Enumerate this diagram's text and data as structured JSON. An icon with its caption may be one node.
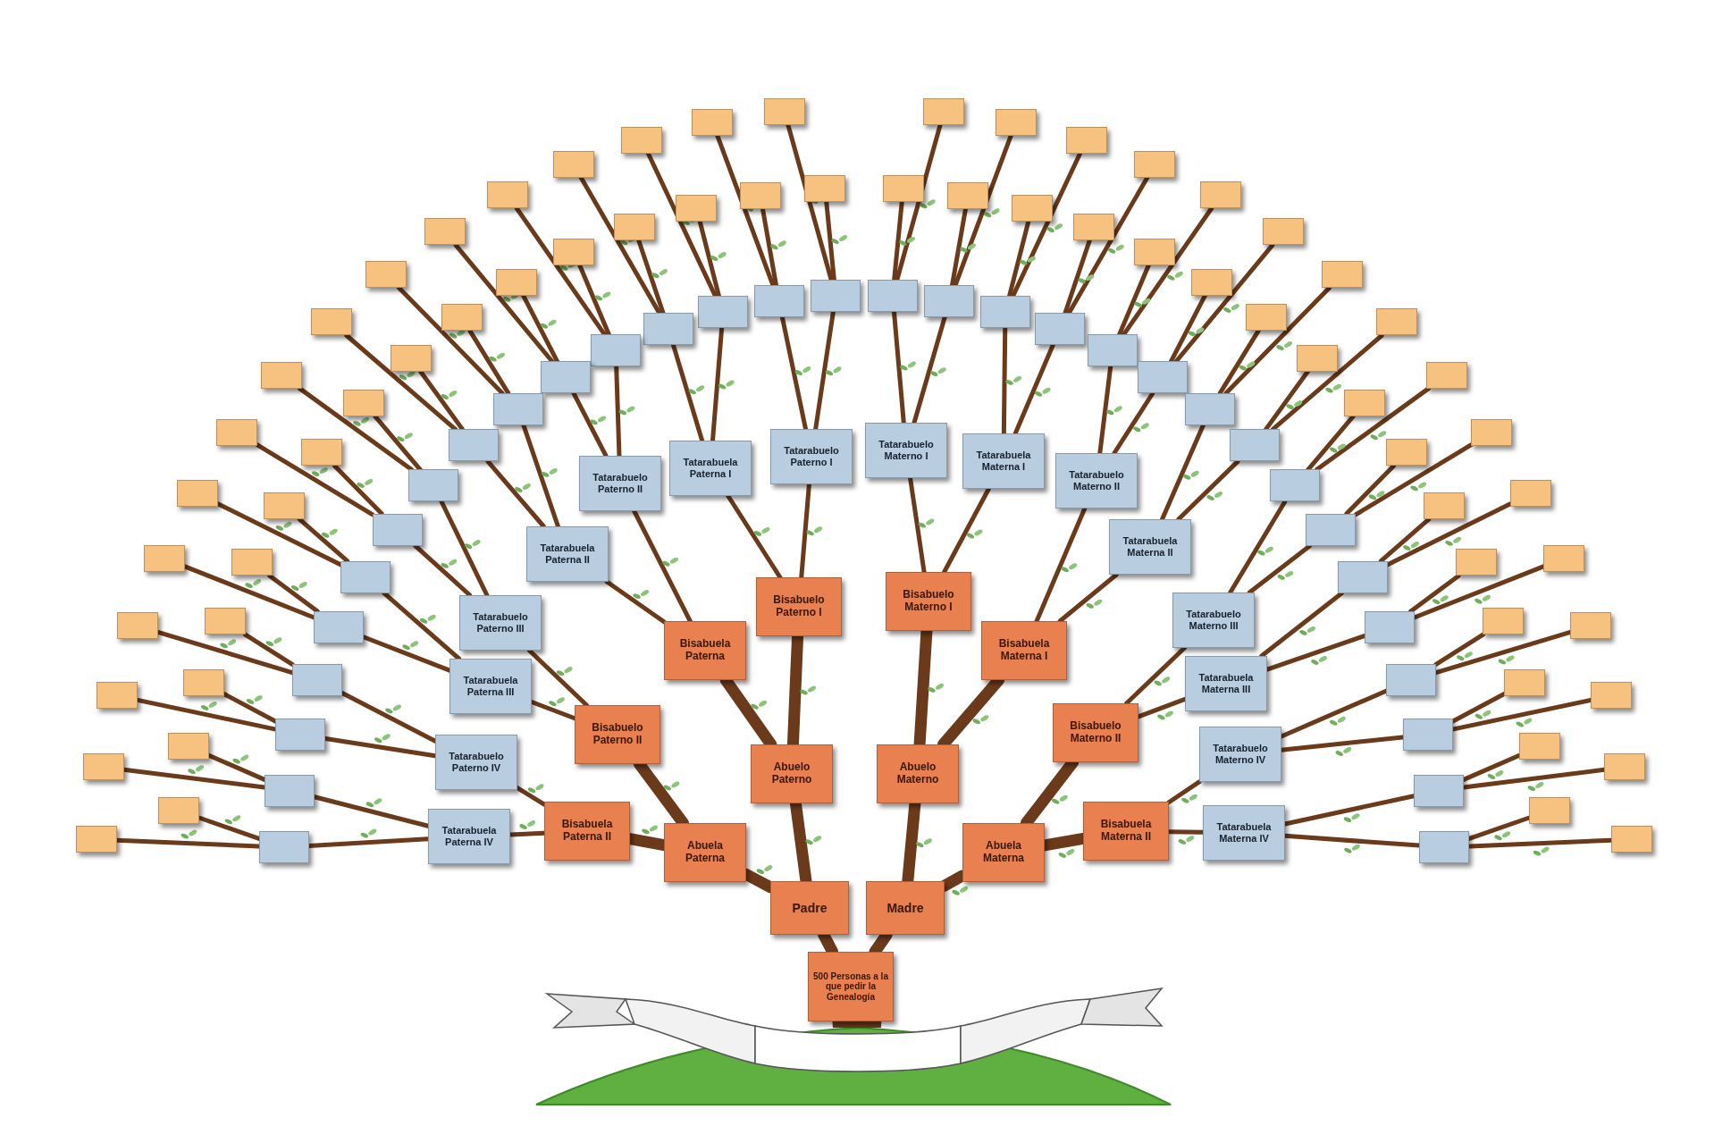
{
  "diagram": {
    "nodes": [
      {
        "text": [
          "500 Personas a la que pedir la Genealogía"
        ]
      },
      {
        "text": [
          "Padre"
        ]
      },
      {
        "text": [
          "Madre"
        ]
      },
      {
        "text": [
          "Abuelo Paterno"
        ]
      },
      {
        "text": [
          "Abuela Paterna"
        ]
      },
      {
        "text": [
          "Abuelo Materno"
        ]
      },
      {
        "text": [
          "Abuela Materna"
        ]
      },
      {
        "text": [
          "Bisabuelo Paterno I"
        ]
      },
      {
        "text": [
          "Bisabuela Paterna"
        ]
      },
      {
        "text": [
          "Bisabuelo Paterno II"
        ]
      },
      {
        "text": [
          "Bisabuela Paterna II"
        ]
      },
      {
        "text": [
          "Bisabuelo Materno I"
        ]
      },
      {
        "text": [
          "Bisabuela Materna I"
        ]
      },
      {
        "text": [
          "Bisabuelo Materno II"
        ]
      },
      {
        "text": [
          "Bisabuela Materna II"
        ]
      },
      {
        "text": [
          "Tatarabuelo Paterno I"
        ]
      },
      {
        "text": [
          "Tatarabuela Paterna I"
        ]
      },
      {
        "text": [
          "Tatarabuelo Paterno II"
        ]
      },
      {
        "text": [
          "Tatarabuela Paterna II"
        ]
      },
      {
        "text": [
          "Tatarabuelo Paterno III"
        ]
      },
      {
        "text": [
          "Tatarabuela Paterna III"
        ]
      },
      {
        "text": [
          "Tatarabuelo Paterno IV"
        ]
      },
      {
        "text": [
          "Tatarabuela Paterna IV"
        ]
      },
      {
        "text": [
          "Tatarabuelo Materno I"
        ]
      },
      {
        "text": [
          "Tatarabuela Materna I"
        ]
      },
      {
        "text": [
          "Tatarabuelo Materno II"
        ]
      },
      {
        "text": [
          "Tatarabuela Materna II"
        ]
      },
      {
        "text": [
          "Tatarabuelo Materno III"
        ]
      },
      {
        "text": [
          "Tatarabuela Materna III"
        ]
      },
      {
        "text": [
          "Tatarabuelo Materno IV"
        ]
      },
      {
        "text": [
          "Tatarabuela Materna IV"
        ]
      },
      {
        "text": [],
        "shape": "box"
      },
      {
        "text": [],
        "shape": "box"
      },
      {
        "text": [],
        "shape": "box"
      },
      {
        "text": [],
        "shape": "box"
      },
      {
        "text": [],
        "shape": "box"
      },
      {
        "text": [],
        "shape": "box"
      },
      {
        "text": [],
        "shape": "box"
      },
      {
        "text": [],
        "shape": "box"
      },
      {
        "text": [],
        "shape": "box"
      },
      {
        "text": [],
        "shape": "box"
      },
      {
        "text": [],
        "shape": "box"
      },
      {
        "text": [],
        "shape": "box"
      },
      {
        "text": [],
        "shape": "box"
      },
      {
        "text": [],
        "shape": "box"
      },
      {
        "text": [],
        "shape": "box"
      },
      {
        "text": [],
        "shape": "box"
      },
      {
        "text": [],
        "shape": "box"
      },
      {
        "text": [],
        "shape": "box"
      },
      {
        "text": [],
        "shape": "box"
      },
      {
        "text": [],
        "shape": "box"
      },
      {
        "text": [],
        "shape": "box"
      },
      {
        "text": [],
        "shape": "box"
      },
      {
        "text": [],
        "shape": "box"
      },
      {
        "text": [],
        "shape": "box"
      },
      {
        "text": [],
        "shape": "box"
      },
      {
        "text": [],
        "shape": "box"
      },
      {
        "text": [],
        "shape": "box"
      },
      {
        "text": [],
        "shape": "box"
      },
      {
        "text": [],
        "shape": "box"
      },
      {
        "text": [],
        "shape": "box"
      },
      {
        "text": [],
        "shape": "box"
      },
      {
        "text": [],
        "shape": "box"
      },
      {
        "text": [],
        "shape": "box"
      },
      {
        "text": [],
        "shape": "box"
      },
      {
        "text": [],
        "shape": "box"
      },
      {
        "text": [],
        "shape": "box"
      },
      {
        "text": [],
        "shape": "box"
      },
      {
        "text": [],
        "shape": "box"
      },
      {
        "text": [],
        "shape": "box"
      },
      {
        "text": [],
        "shape": "box"
      },
      {
        "text": [],
        "shape": "box"
      },
      {
        "text": [],
        "shape": "box"
      },
      {
        "text": [],
        "shape": "box"
      },
      {
        "text": [],
        "shape": "box"
      },
      {
        "text": [],
        "shape": "box"
      },
      {
        "text": [],
        "shape": "box"
      },
      {
        "text": [],
        "shape": "box"
      },
      {
        "text": [],
        "shape": "box"
      },
      {
        "text": [],
        "shape": "box"
      },
      {
        "text": [],
        "shape": "box"
      },
      {
        "text": [],
        "shape": "box"
      },
      {
        "text": [],
        "shape": "box"
      },
      {
        "text": [],
        "shape": "box"
      },
      {
        "text": [],
        "shape": "box"
      },
      {
        "text": [],
        "shape": "box"
      },
      {
        "text": [],
        "shape": "box"
      },
      {
        "text": [],
        "shape": "box"
      },
      {
        "text": [],
        "shape": "box"
      },
      {
        "text": [],
        "shape": "box"
      },
      {
        "text": [],
        "shape": "box"
      },
      {
        "text": [],
        "shape": "box"
      },
      {
        "text": [],
        "shape": "box"
      },
      {
        "text": [],
        "shape": "box"
      },
      {
        "text": [],
        "shape": "box"
      },
      {
        "text": [],
        "shape": "box"
      },
      {
        "text": [],
        "shape": "box"
      },
      {
        "text": [],
        "shape": "box"
      },
      {
        "text": [],
        "shape": "box"
      },
      {
        "text": [],
        "shape": "box"
      },
      {
        "text": [],
        "shape": "box"
      },
      {
        "text": [],
        "shape": "box"
      },
      {
        "text": [],
        "shape": "box"
      },
      {
        "text": [],
        "shape": "box"
      },
      {
        "text": [],
        "shape": "box"
      },
      {
        "text": [],
        "shape": "box"
      },
      {
        "text": [],
        "shape": "box"
      },
      {
        "text": [],
        "shape": "box"
      },
      {
        "text": [],
        "shape": "box"
      },
      {
        "text": [],
        "shape": "box"
      },
      {
        "text": [],
        "shape": "box"
      },
      {
        "text": [],
        "shape": "box"
      },
      {
        "text": [],
        "shape": "box"
      },
      {
        "text": [],
        "shape": "box"
      },
      {
        "text": [],
        "shape": "box"
      },
      {
        "text": [],
        "shape": "box"
      },
      {
        "text": [],
        "shape": "box"
      },
      {
        "text": [],
        "shape": "box"
      },
      {
        "text": [],
        "shape": "box"
      },
      {
        "text": [],
        "shape": "box"
      },
      {
        "text": [],
        "shape": "box"
      },
      {
        "text": [],
        "shape": "box"
      },
      {
        "text": [],
        "shape": "box"
      },
      {
        "text": [],
        "shape": "box"
      },
      {
        "text": [],
        "shape": "box"
      },
      {
        "text": [],
        "shape": "box"
      },
      {
        "text": [],
        "shape": "box"
      }
    ],
    "edges": [
      {
        "from": 0,
        "to": 1,
        "arrow": "none",
        "style": "thick"
      },
      {
        "from": 0,
        "to": 2,
        "arrow": "none",
        "style": "thick"
      },
      {
        "from": 1,
        "to": 3,
        "arrow": "none",
        "style": "thick"
      },
      {
        "from": 1,
        "to": 4,
        "arrow": "none",
        "style": "thick"
      },
      {
        "from": 2,
        "to": 5,
        "arrow": "none",
        "style": "thick"
      },
      {
        "from": 2,
        "to": 6,
        "arrow": "none",
        "style": "thick"
      },
      {
        "from": 3,
        "to": 7,
        "arrow": "none",
        "style": "thick"
      },
      {
        "from": 3,
        "to": 8,
        "arrow": "none",
        "style": "thick"
      },
      {
        "from": 4,
        "to": 9,
        "arrow": "none",
        "style": "thick"
      },
      {
        "from": 4,
        "to": 10,
        "arrow": "none",
        "style": "thick"
      },
      {
        "from": 5,
        "to": 11,
        "arrow": "none",
        "style": "thick"
      },
      {
        "from": 5,
        "to": 12,
        "arrow": "none",
        "style": "thick"
      },
      {
        "from": 6,
        "to": 13,
        "arrow": "none",
        "style": "thick"
      },
      {
        "from": 6,
        "to": 14,
        "arrow": "none",
        "style": "thick"
      },
      {
        "from": 7,
        "to": 15,
        "arrow": "none"
      },
      {
        "from": 7,
        "to": 16,
        "arrow": "none"
      },
      {
        "from": 8,
        "to": 17,
        "arrow": "none"
      },
      {
        "from": 8,
        "to": 18,
        "arrow": "none"
      },
      {
        "from": 9,
        "to": 19,
        "arrow": "none"
      },
      {
        "from": 9,
        "to": 20,
        "arrow": "none"
      },
      {
        "from": 10,
        "to": 21,
        "arrow": "none"
      },
      {
        "from": 10,
        "to": 22,
        "arrow": "none"
      },
      {
        "from": 11,
        "to": 23,
        "arrow": "none"
      },
      {
        "from": 11,
        "to": 24,
        "arrow": "none"
      },
      {
        "from": 12,
        "to": 25,
        "arrow": "none"
      },
      {
        "from": 12,
        "to": 26,
        "arrow": "none"
      },
      {
        "from": 13,
        "to": 27,
        "arrow": "none"
      },
      {
        "from": 13,
        "to": 28,
        "arrow": "none"
      },
      {
        "from": 14,
        "to": 29,
        "arrow": "none"
      },
      {
        "from": 14,
        "to": 30,
        "arrow": "none"
      },
      {
        "from": 15,
        "to": 31,
        "arrow": "none"
      },
      {
        "from": 15,
        "to": 32,
        "arrow": "none"
      },
      {
        "from": 16,
        "to": 33,
        "arrow": "none"
      },
      {
        "from": 16,
        "to": 34,
        "arrow": "none"
      },
      {
        "from": 17,
        "to": 35,
        "arrow": "none"
      },
      {
        "from": 17,
        "to": 36,
        "arrow": "none"
      },
      {
        "from": 18,
        "to": 37,
        "arrow": "none"
      },
      {
        "from": 18,
        "to": 38,
        "arrow": "none"
      },
      {
        "from": 19,
        "to": 39,
        "arrow": "none"
      },
      {
        "from": 19,
        "to": 40,
        "arrow": "none"
      },
      {
        "from": 20,
        "to": 41,
        "arrow": "none"
      },
      {
        "from": 20,
        "to": 42,
        "arrow": "none"
      },
      {
        "from": 21,
        "to": 43,
        "arrow": "none"
      },
      {
        "from": 21,
        "to": 44,
        "arrow": "none"
      },
      {
        "from": 22,
        "to": 45,
        "arrow": "none"
      },
      {
        "from": 22,
        "to": 46,
        "arrow": "none"
      },
      {
        "from": 23,
        "to": 47,
        "arrow": "none"
      },
      {
        "from": 23,
        "to": 48,
        "arrow": "none"
      },
      {
        "from": 24,
        "to": 49,
        "arrow": "none"
      },
      {
        "from": 24,
        "to": 50,
        "arrow": "none"
      },
      {
        "from": 25,
        "to": 51,
        "arrow": "none"
      },
      {
        "from": 25,
        "to": 52,
        "arrow": "none"
      },
      {
        "from": 26,
        "to": 53,
        "arrow": "none"
      },
      {
        "from": 26,
        "to": 54,
        "arrow": "none"
      },
      {
        "from": 27,
        "to": 55,
        "arrow": "none"
      },
      {
        "from": 27,
        "to": 56,
        "arrow": "none"
      },
      {
        "from": 28,
        "to": 57,
        "arrow": "none"
      },
      {
        "from": 28,
        "to": 58,
        "arrow": "none"
      },
      {
        "from": 29,
        "to": 59,
        "arrow": "none"
      },
      {
        "from": 29,
        "to": 60,
        "arrow": "none"
      },
      {
        "from": 30,
        "to": 61,
        "arrow": "none"
      },
      {
        "from": 30,
        "to": 62,
        "arrow": "none"
      },
      {
        "from": 31,
        "to": 63,
        "arrow": "none"
      },
      {
        "from": 31,
        "to": 64,
        "arrow": "none"
      },
      {
        "from": 32,
        "to": 65,
        "arrow": "none"
      },
      {
        "from": 32,
        "to": 66,
        "arrow": "none"
      },
      {
        "from": 33,
        "to": 67,
        "arrow": "none"
      },
      {
        "from": 33,
        "to": 68,
        "arrow": "none"
      },
      {
        "from": 34,
        "to": 69,
        "arrow": "none"
      },
      {
        "from": 34,
        "to": 70,
        "arrow": "none"
      },
      {
        "from": 35,
        "to": 71,
        "arrow": "none"
      },
      {
        "from": 35,
        "to": 72,
        "arrow": "none"
      },
      {
        "from": 36,
        "to": 73,
        "arrow": "none"
      },
      {
        "from": 36,
        "to": 74,
        "arrow": "none"
      },
      {
        "from": 37,
        "to": 75,
        "arrow": "none"
      },
      {
        "from": 37,
        "to": 76,
        "arrow": "none"
      },
      {
        "from": 38,
        "to": 77,
        "arrow": "none"
      },
      {
        "from": 38,
        "to": 78,
        "arrow": "none"
      },
      {
        "from": 39,
        "to": 79,
        "arrow": "none"
      },
      {
        "from": 39,
        "to": 80,
        "arrow": "none"
      },
      {
        "from": 40,
        "to": 81,
        "arrow": "none"
      },
      {
        "from": 40,
        "to": 82,
        "arrow": "none"
      },
      {
        "from": 41,
        "to": 83,
        "arrow": "none"
      },
      {
        "from": 41,
        "to": 84,
        "arrow": "none"
      },
      {
        "from": 42,
        "to": 85,
        "arrow": "none"
      },
      {
        "from": 42,
        "to": 86,
        "arrow": "none"
      },
      {
        "from": 43,
        "to": 87,
        "arrow": "none"
      },
      {
        "from": 43,
        "to": 88,
        "arrow": "none"
      },
      {
        "from": 44,
        "to": 89,
        "arrow": "none"
      },
      {
        "from": 44,
        "to": 90,
        "arrow": "none"
      },
      {
        "from": 45,
        "to": 91,
        "arrow": "none"
      },
      {
        "from": 45,
        "to": 92,
        "arrow": "none"
      },
      {
        "from": 46,
        "to": 93,
        "arrow": "none"
      },
      {
        "from": 46,
        "to": 94,
        "arrow": "none"
      },
      {
        "from": 47,
        "to": 95,
        "arrow": "none"
      },
      {
        "from": 47,
        "to": 96,
        "arrow": "none"
      },
      {
        "from": 48,
        "to": 97,
        "arrow": "none"
      },
      {
        "from": 48,
        "to": 98,
        "arrow": "none"
      },
      {
        "from": 49,
        "to": 99,
        "arrow": "none"
      },
      {
        "from": 49,
        "to": 100,
        "arrow": "none"
      },
      {
        "from": 50,
        "to": 101,
        "arrow": "none"
      },
      {
        "from": 50,
        "to": 102,
        "arrow": "none"
      },
      {
        "from": 51,
        "to": 103,
        "arrow": "none"
      },
      {
        "from": 51,
        "to": 104,
        "arrow": "none"
      },
      {
        "from": 52,
        "to": 105,
        "arrow": "none"
      },
      {
        "from": 52,
        "to": 106,
        "arrow": "none"
      },
      {
        "from": 53,
        "to": 107,
        "arrow": "none"
      },
      {
        "from": 53,
        "to": 108,
        "arrow": "none"
      },
      {
        "from": 54,
        "to": 109,
        "arrow": "none"
      },
      {
        "from": 54,
        "to": 110,
        "arrow": "none"
      },
      {
        "from": 55,
        "to": 111,
        "arrow": "none"
      },
      {
        "from": 55,
        "to": 112,
        "arrow": "none"
      },
      {
        "from": 56,
        "to": 113,
        "arrow": "none"
      },
      {
        "from": 56,
        "to": 114,
        "arrow": "none"
      },
      {
        "from": 57,
        "to": 115,
        "arrow": "none"
      },
      {
        "from": 57,
        "to": 116,
        "arrow": "none"
      },
      {
        "from": 58,
        "to": 117,
        "arrow": "none"
      },
      {
        "from": 58,
        "to": 118,
        "arrow": "none"
      },
      {
        "from": 59,
        "to": 119,
        "arrow": "none"
      },
      {
        "from": 59,
        "to": 120,
        "arrow": "none"
      },
      {
        "from": 60,
        "to": 121,
        "arrow": "none"
      },
      {
        "from": 60,
        "to": 122,
        "arrow": "none"
      },
      {
        "from": 61,
        "to": 123,
        "arrow": "none"
      },
      {
        "from": 61,
        "to": 124,
        "arrow": "none"
      },
      {
        "from": 62,
        "to": 125,
        "arrow": "none"
      },
      {
        "from": 62,
        "to": 126,
        "arrow": "none"
      }
    ]
  }
}
